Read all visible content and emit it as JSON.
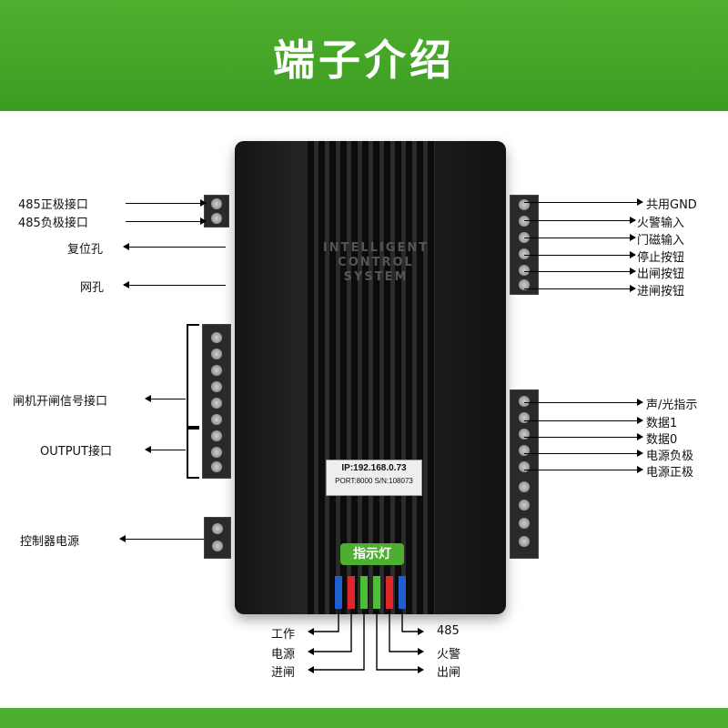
{
  "header": {
    "title": "端子介绍"
  },
  "device": {
    "brand_text": "INTELLIGENT CONTROL SYSTEM",
    "ip_label": "IP:192.168.0.73",
    "port_label": "PORT:8000  S/N:108073",
    "indicator_title": "指示灯"
  },
  "left_labels": {
    "rs485_pos": "485正极接口",
    "rs485_neg": "485负极接口",
    "reset": "复位孔",
    "network": "网孔",
    "gate_signal": "闸机开闸信号接口",
    "output": "OUTPUT接口",
    "power": "控制器电源"
  },
  "right_labels": {
    "gnd": "共用GND",
    "fire_input": "火警输入",
    "door_input": "门磁输入",
    "stop_button": "停止按钮",
    "exit_button": "出闸按钮",
    "enter_button": "进闸按钮",
    "sound_light": "声/光指示",
    "data1": "数据1",
    "data0": "数据0",
    "power_neg": "电源负极",
    "power_pos": "电源正极"
  },
  "led_labels": {
    "work": "工作",
    "power": "电源",
    "enter": "进闸",
    "rs485": "485",
    "fire": "火警",
    "exit": "出闸"
  },
  "colors": {
    "accent": "#4caf2f",
    "led_blue": "#1f5fd0",
    "led_red": "#e0262a",
    "led_green": "#4cc034"
  }
}
